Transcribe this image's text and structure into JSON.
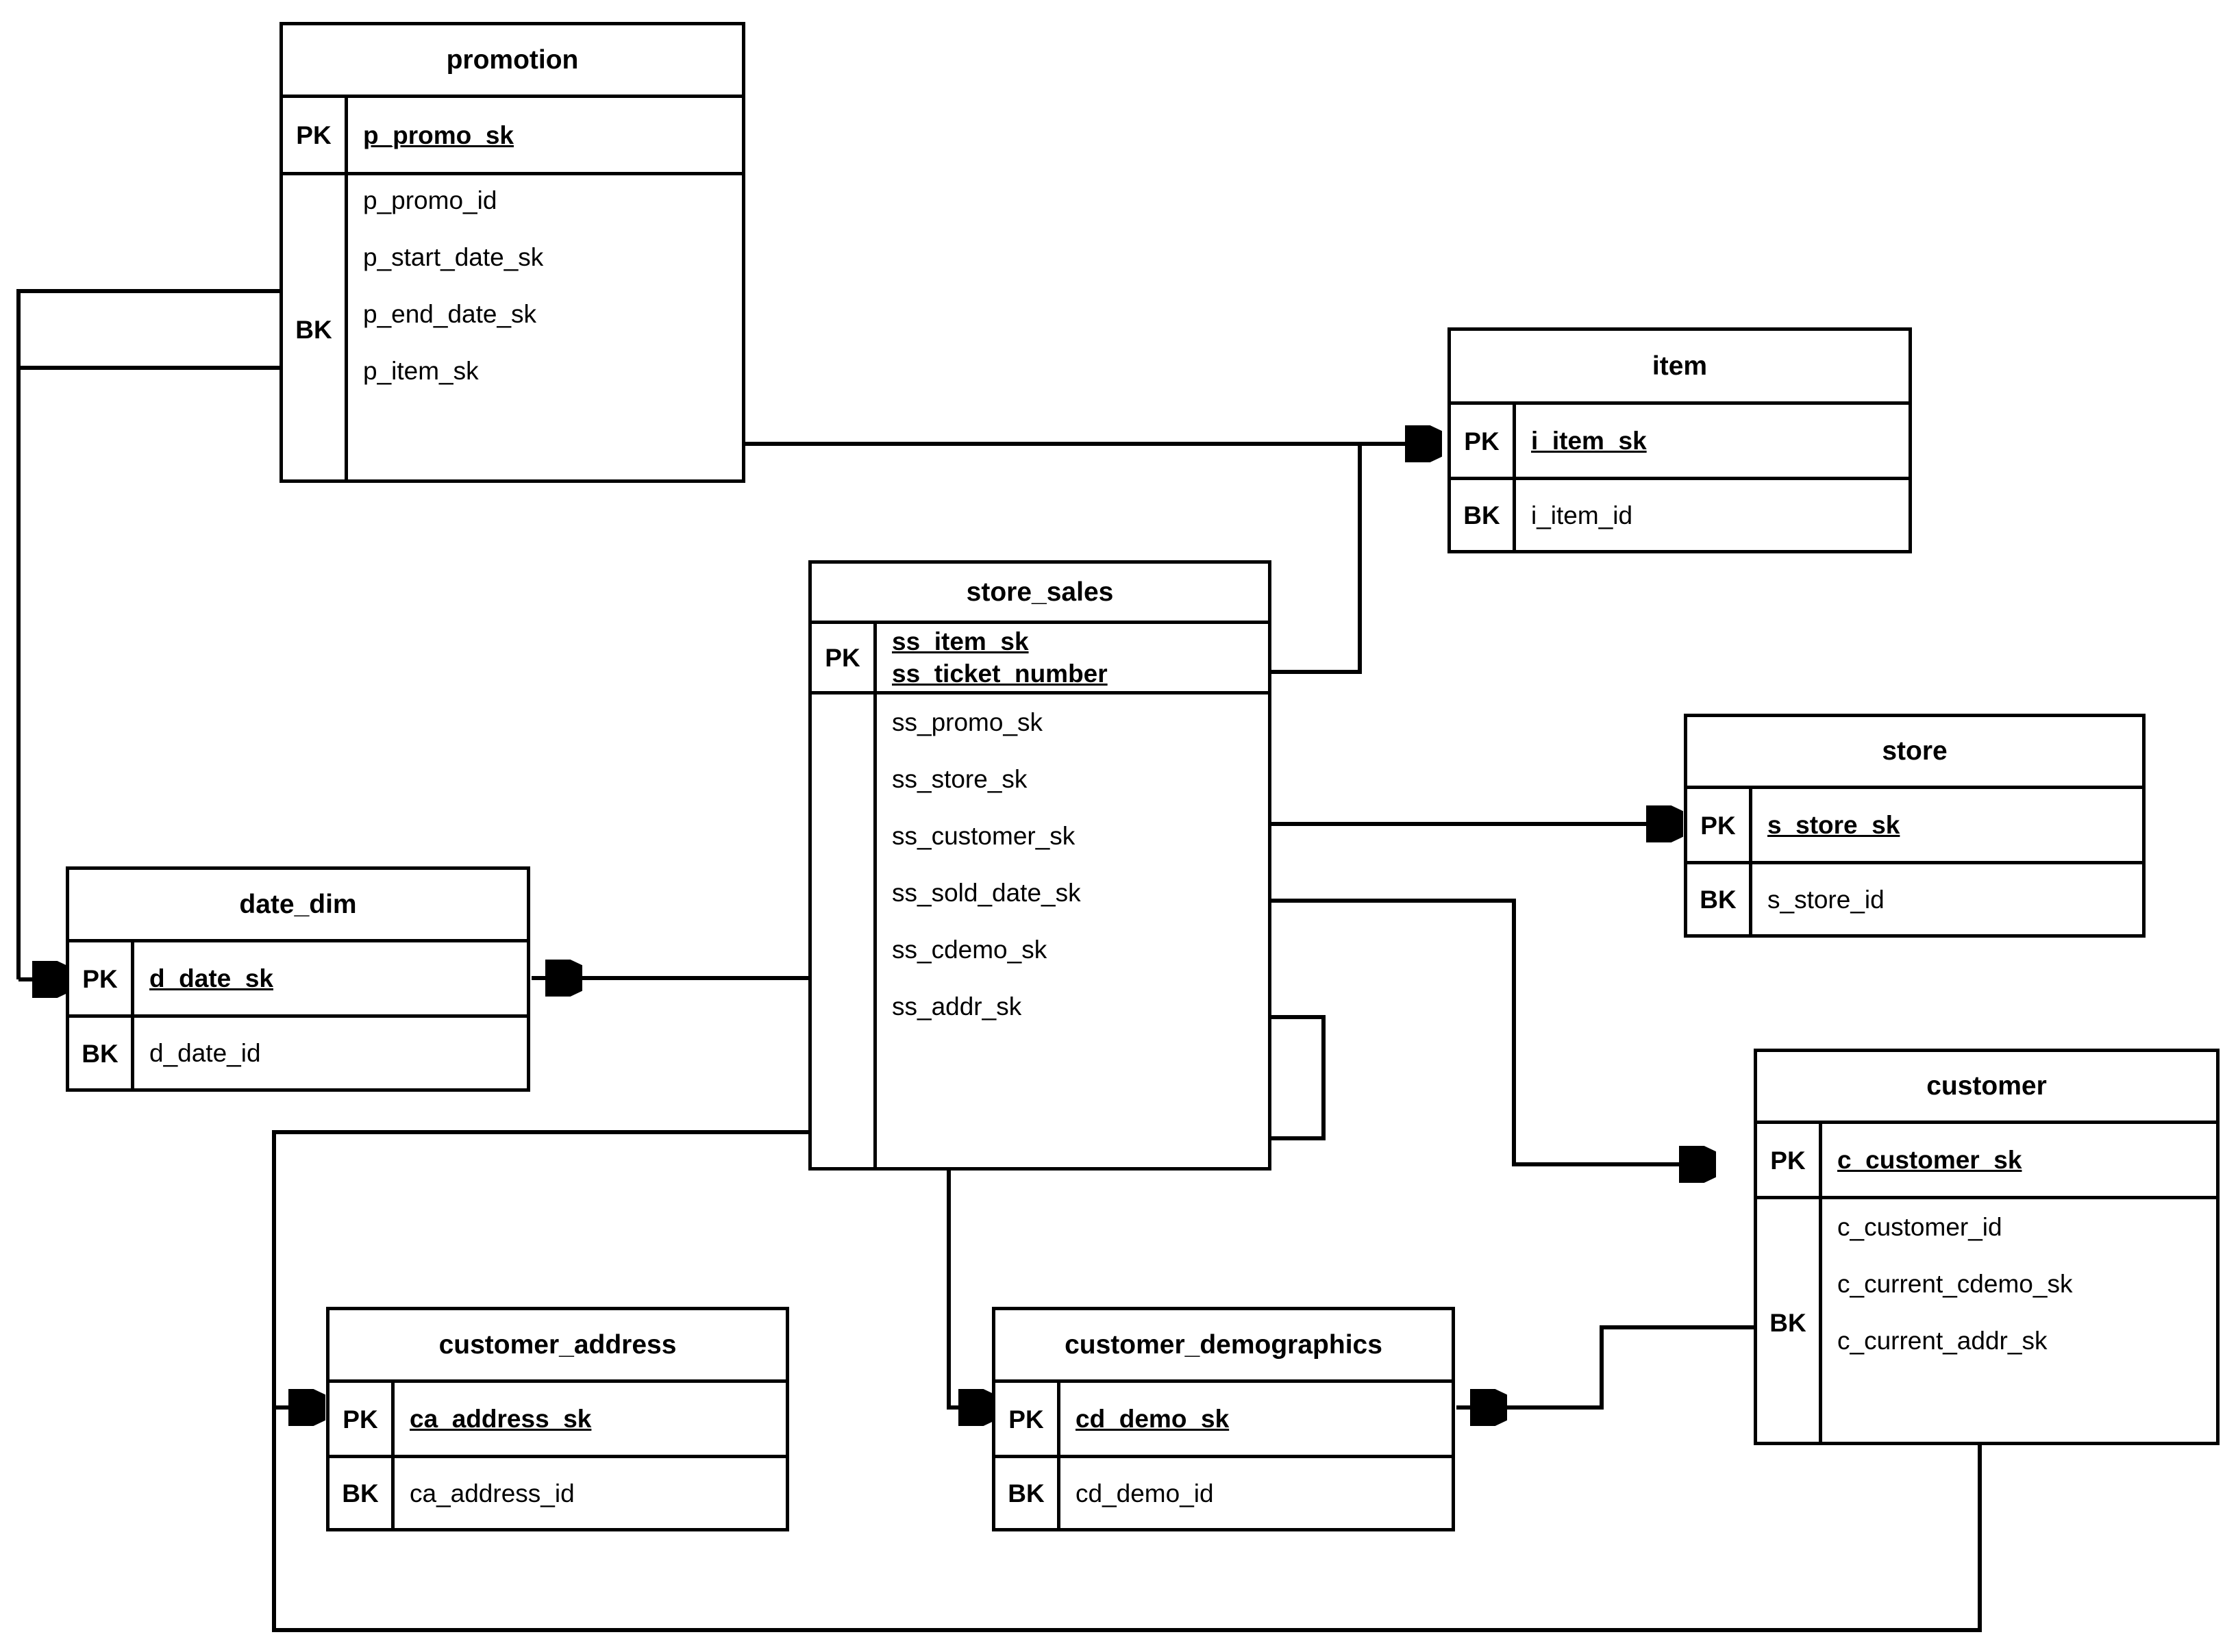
{
  "diagram": {
    "type": "entity-relationship-diagram",
    "key_legend": {
      "pk": "PK",
      "bk": "BK"
    },
    "entities": [
      {
        "id": "promotion",
        "name": "promotion",
        "pk_label": "PK",
        "pk_fields": [
          "p_promo_sk"
        ],
        "bk_label": "BK",
        "bk_fields": [
          "p_promo_id",
          "p_start_date_sk",
          "p_end_date_sk",
          "p_item_sk"
        ]
      },
      {
        "id": "item",
        "name": "item",
        "pk_label": "PK",
        "pk_fields": [
          "i_item_sk"
        ],
        "bk_label": "BK",
        "bk_fields": [
          "i_item_id"
        ]
      },
      {
        "id": "store_sales",
        "name": "store_sales",
        "pk_label": "PK",
        "pk_fields": [
          "ss_item_sk",
          "ss_ticket_number"
        ],
        "bk_label": "",
        "bk_fields": [
          "ss_promo_sk",
          "ss_store_sk",
          "ss_customer_sk",
          "ss_sold_date_sk",
          "ss_cdemo_sk",
          "ss_addr_sk"
        ]
      },
      {
        "id": "store",
        "name": "store",
        "pk_label": "PK",
        "pk_fields": [
          "s_store_sk"
        ],
        "bk_label": "BK",
        "bk_fields": [
          "s_store_id"
        ]
      },
      {
        "id": "date_dim",
        "name": "date_dim",
        "pk_label": "PK",
        "pk_fields": [
          "d_date_sk"
        ],
        "bk_label": "BK",
        "bk_fields": [
          "d_date_id"
        ]
      },
      {
        "id": "customer",
        "name": "customer",
        "pk_label": "PK",
        "pk_fields": [
          "c_customer_sk"
        ],
        "bk_label": "BK",
        "bk_fields": [
          "c_customer_id",
          "c_current_cdemo_sk",
          "c_current_addr_sk"
        ]
      },
      {
        "id": "customer_address",
        "name": "customer_address",
        "pk_label": "PK",
        "pk_fields": [
          "ca_address_sk"
        ],
        "bk_label": "BK",
        "bk_fields": [
          "ca_address_id"
        ]
      },
      {
        "id": "customer_demographics",
        "name": "customer_demographics",
        "pk_label": "PK",
        "pk_fields": [
          "cd_demo_sk"
        ],
        "bk_label": "BK",
        "bk_fields": [
          "cd_demo_id"
        ]
      }
    ],
    "relationships": [
      {
        "from": "promotion.p_start_date_sk",
        "to": "date_dim.d_date_sk"
      },
      {
        "from": "promotion.p_end_date_sk",
        "to": "date_dim.d_date_sk"
      },
      {
        "from": "promotion.p_item_sk",
        "to": "item.i_item_sk"
      },
      {
        "from": "store_sales.ss_item_sk",
        "to": "item.i_item_sk"
      },
      {
        "from": "store_sales.ss_store_sk",
        "to": "store.s_store_sk"
      },
      {
        "from": "store_sales.ss_customer_sk",
        "to": "customer.c_customer_sk"
      },
      {
        "from": "store_sales.ss_sold_date_sk",
        "to": "date_dim.d_date_sk"
      },
      {
        "from": "store_sales.ss_cdemo_sk",
        "to": "customer_demographics.cd_demo_sk"
      },
      {
        "from": "store_sales.ss_addr_sk",
        "to": "customer_address.ca_address_sk"
      },
      {
        "from": "customer.c_current_cdemo_sk",
        "to": "customer_demographics.cd_demo_sk"
      },
      {
        "from": "customer.c_current_addr_sk",
        "to": "customer_address.ca_address_sk"
      }
    ],
    "colors": {
      "line": "#000000",
      "background": "#ffffff",
      "text": "#000000"
    }
  }
}
